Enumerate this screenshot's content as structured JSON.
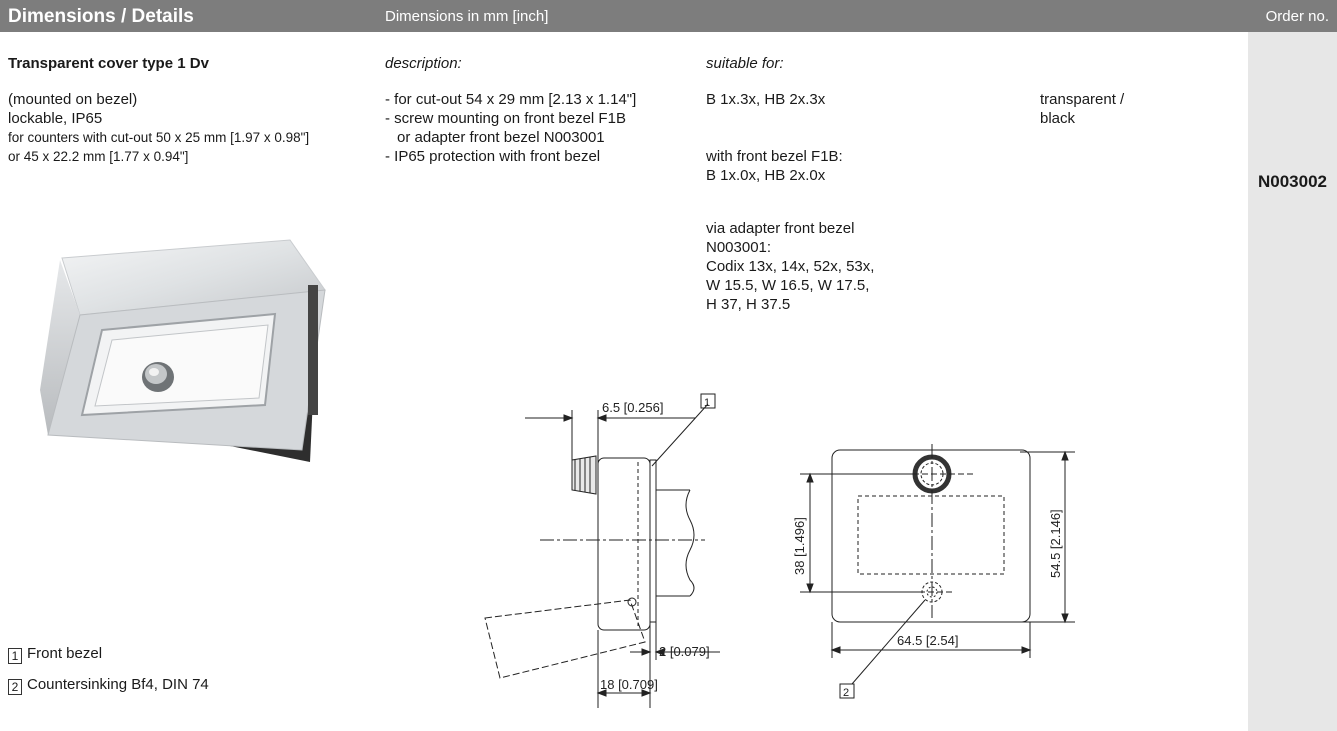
{
  "header": {
    "title": "Dimensions / Details",
    "dimensions_label": "Dimensions in mm [inch]",
    "order_label": "Order no."
  },
  "product": {
    "title": "Transparent cover type 1 Dv",
    "desc": [
      "(mounted on bezel)",
      "lockable, IP65",
      "for counters with cut-out 50 x 25 mm [1.97 x 0.98\"]",
      "or 45 x 22.2 mm [1.77 x 0.94\"]"
    ]
  },
  "description": {
    "heading": "description:",
    "items": [
      "- for cut-out 54 x 29 mm [2.13 x 1.14\"]",
      "- screw mounting on front bezel F1B",
      "  or adapter front bezel N003001",
      "- IP65 protection with front bezel"
    ]
  },
  "suitable": {
    "heading": "suitable for:",
    "lines": [
      "B 1x.3x, HB 2x.3x",
      "",
      "with front bezel F1B:",
      "B 1x.0x, HB 2x.0x",
      "",
      "via adapter front bezel",
      "N003001:",
      "Codix 13x, 14x, 52x, 53x,",
      "W 15.5, W 16.5, W 17.5,",
      "H 37, H 37.5"
    ]
  },
  "color": {
    "lines": [
      "transparent /",
      "black"
    ]
  },
  "order_no": "N003002",
  "legend": [
    {
      "num": "1",
      "label": "Front bezel"
    },
    {
      "num": "2",
      "label": "Countersinking Bf4, DIN 74"
    }
  ],
  "drawing": {
    "side": {
      "dim_top": "6.5 [0.256]",
      "callout": "1",
      "dim_small": "2 [0.079]",
      "dim_depth": "18 [0.709]"
    },
    "front": {
      "dim_width": "64.5 [2.54]",
      "dim_height_left": "38 [1.496]",
      "dim_height_right": "54.5 [2.146]",
      "callout": "2"
    }
  }
}
